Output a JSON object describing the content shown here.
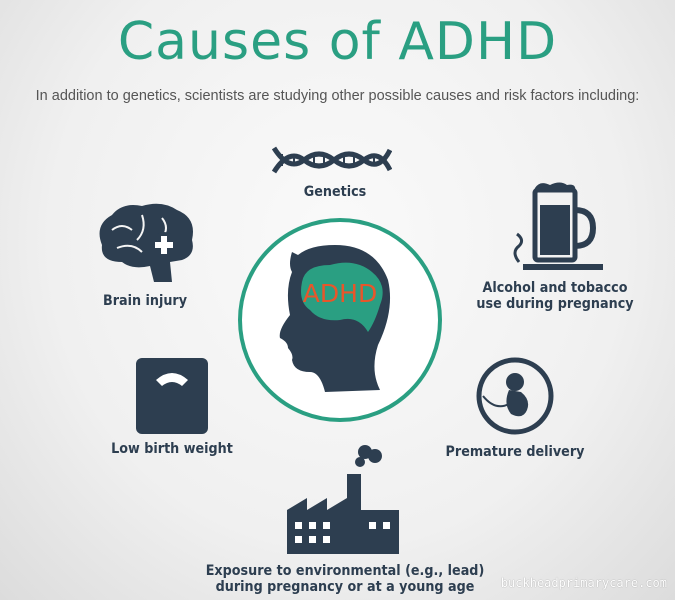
{
  "title": "Causes of ADHD",
  "subtitle": "In addition to genetics, scientists are studying other possible causes and risk factors including:",
  "center": {
    "label": "ADHD"
  },
  "causes": [
    {
      "label": "Genetics",
      "icon": "dna-icon"
    },
    {
      "label": "Brain injury",
      "icon": "brain-icon"
    },
    {
      "label": "Alcohol and tobacco use during pregnancy",
      "line1": "Alcohol and tobacco",
      "line2": "use during pregnancy",
      "icon": "beer-mug-cigarette-icon"
    },
    {
      "label": "Low birth weight",
      "icon": "scale-icon"
    },
    {
      "label": "Premature delivery",
      "icon": "fetus-icon"
    },
    {
      "label": "Exposure to environmental (e.g., lead) during pregnancy or at a young age",
      "line1": "Exposure to environmental (e.g., lead)",
      "line2": "during pregnancy or at a young age",
      "icon": "factory-icon"
    }
  ],
  "watermark": "buckheadprimarycare.com",
  "colors": {
    "teal": "#2a9f82",
    "navy": "#2d3e50",
    "orange": "#e8562a"
  }
}
